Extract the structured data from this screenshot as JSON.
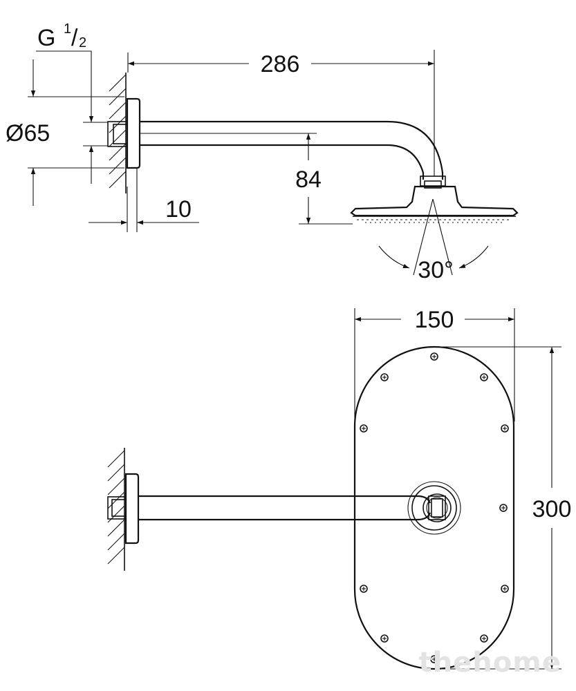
{
  "dimensions": {
    "thread_g": "G",
    "thread_num": "1",
    "thread_slash": "/",
    "thread_den": "2",
    "flange_diameter": "Ø65",
    "arm_length": "286",
    "drop_height": "84",
    "wall_gap": "10",
    "tilt_angle": "30°",
    "head_width": "150",
    "head_length": "300"
  },
  "watermark": "thehome"
}
